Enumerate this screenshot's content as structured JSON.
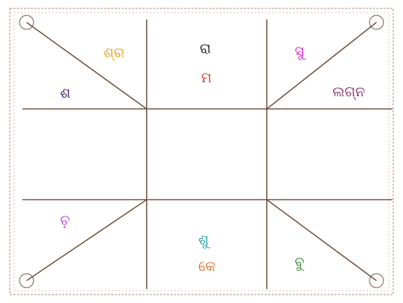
{
  "border_color": "#8a6a5a",
  "line_color": "#6b4e3a",
  "houses": {
    "top_left": [
      {
        "text": "ଶ୍ର",
        "color": "#f0a020"
      },
      {
        "text": "ଶ",
        "color": "#3a1a6a"
      }
    ],
    "top_center": [
      {
        "text": "ରା",
        "color": "#222222"
      },
      {
        "text": "ମ",
        "color": "#e0302a"
      }
    ],
    "top_right": [
      {
        "text": "ସୁ",
        "color": "#e020d0"
      },
      {
        "text": "ଲଗ୍ନ",
        "color": "#8a2a6a"
      }
    ],
    "bottom_left": [
      {
        "text": "ଚ଼",
        "color": "#c040e0"
      }
    ],
    "bottom_center": [
      {
        "text": "ଶୁ",
        "color": "#20a0a0"
      },
      {
        "text": "କେ",
        "color": "#e06a30"
      }
    ],
    "bottom_right": [
      {
        "text": "ବୁ",
        "color": "#2a8a2a"
      }
    ]
  }
}
